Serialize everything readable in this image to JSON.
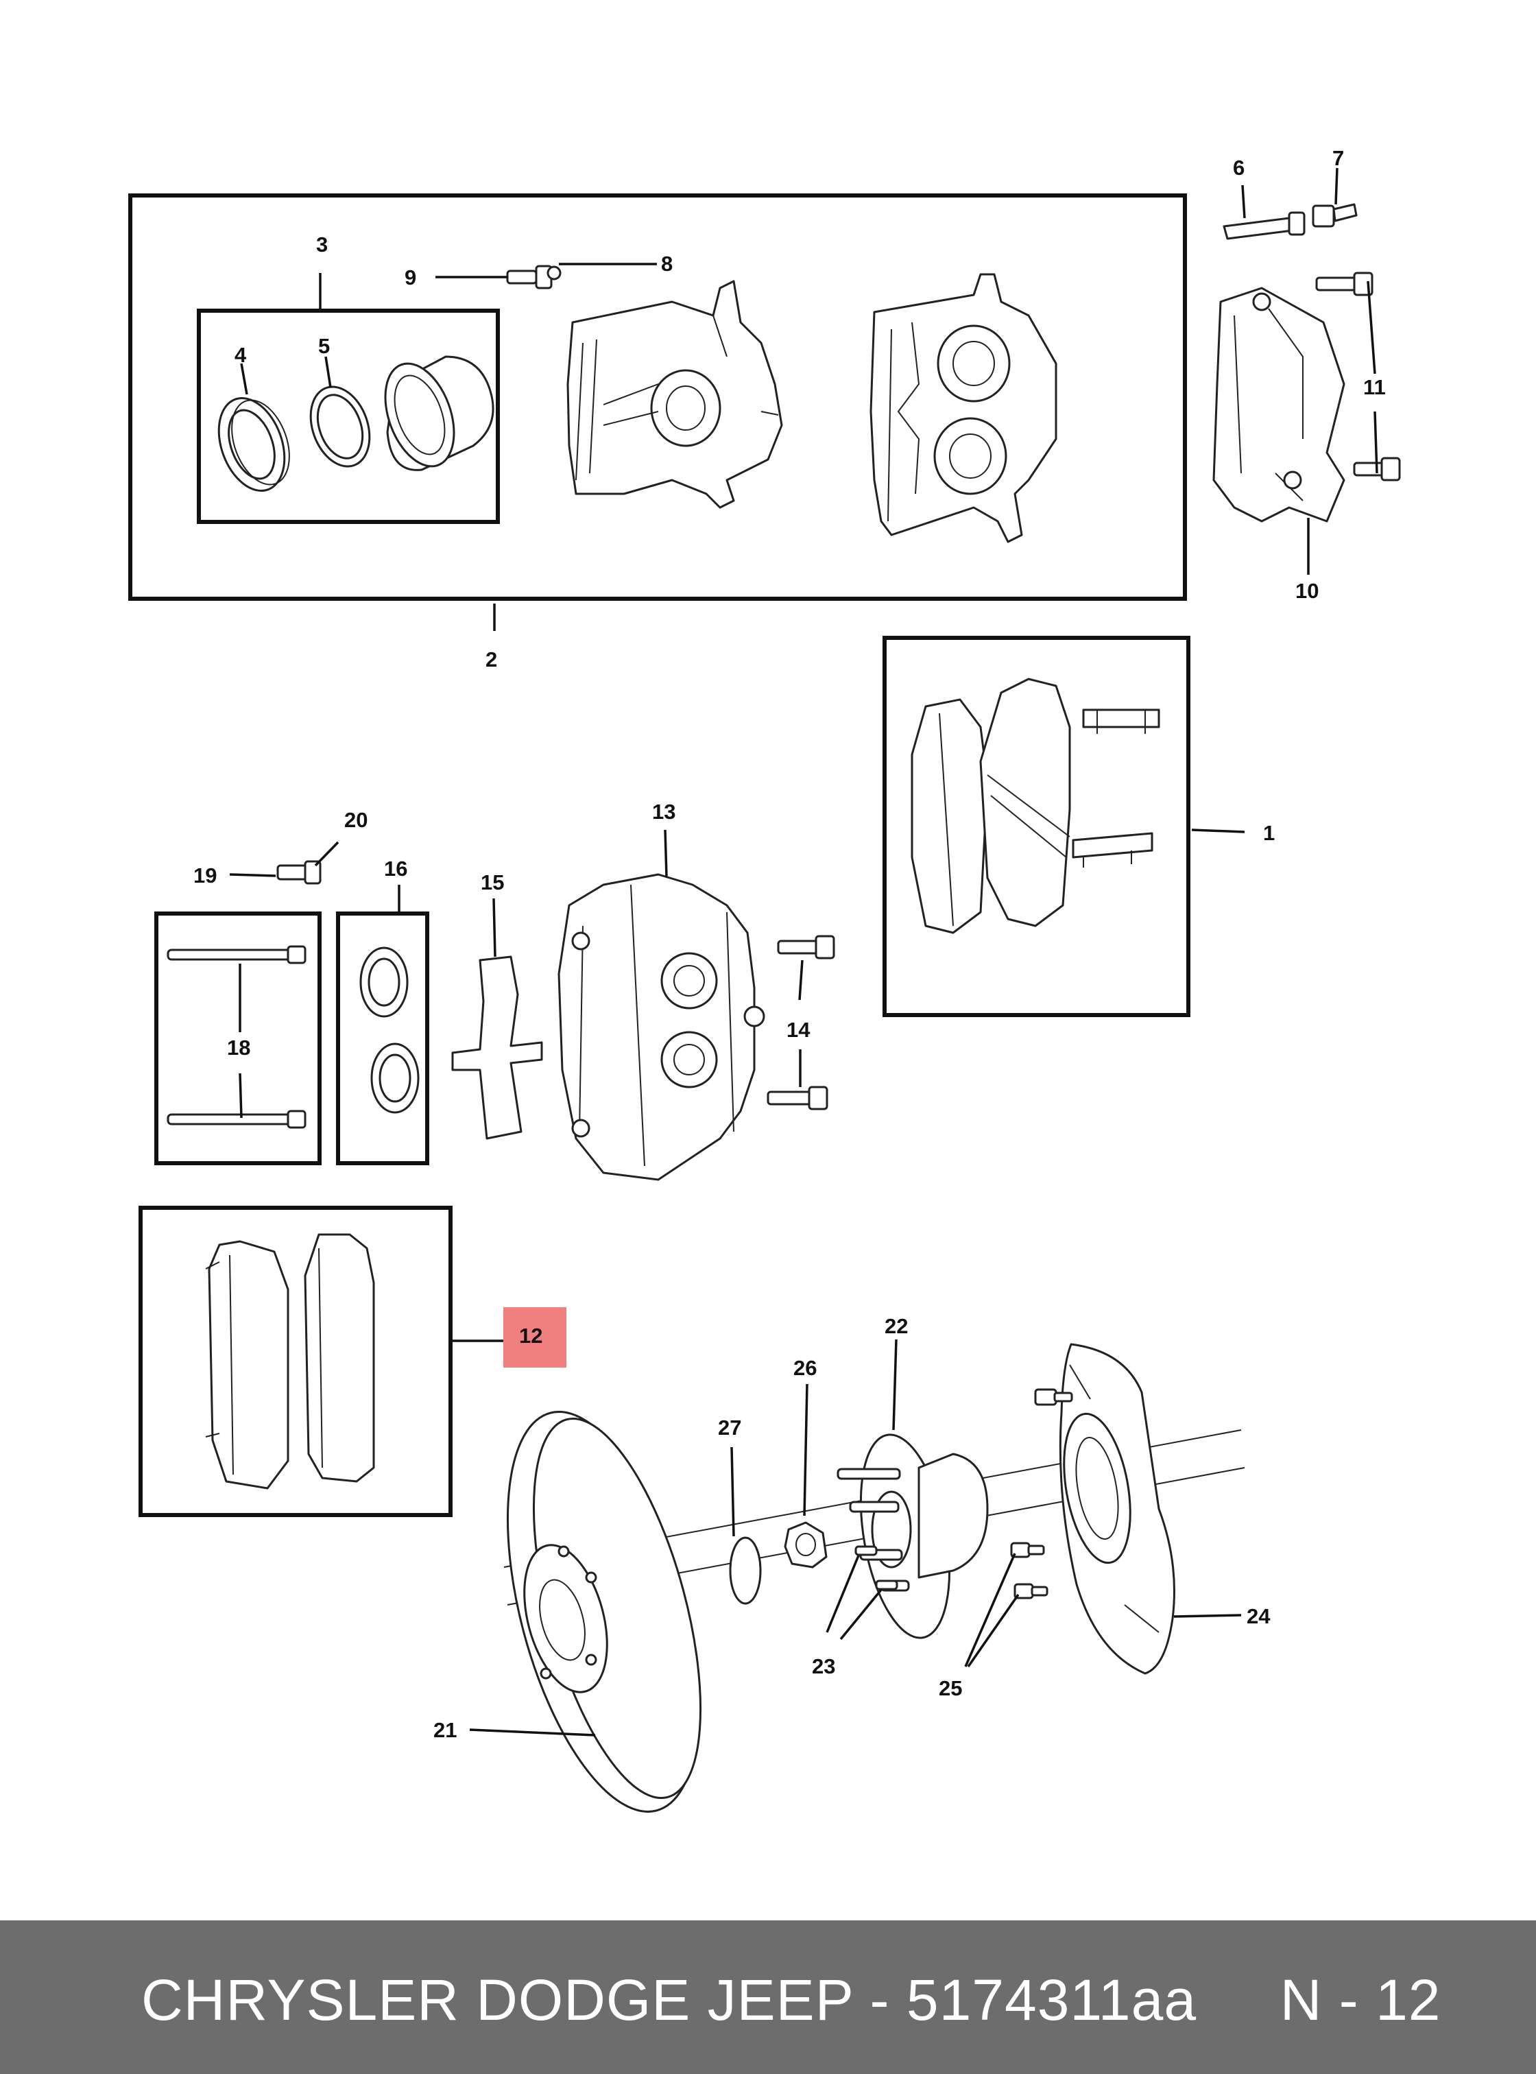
{
  "diagram": {
    "callouts": {
      "c1": "1",
      "c2": "2",
      "c3": "3",
      "c4": "4",
      "c5": "5",
      "c6": "6",
      "c7": "7",
      "c8": "8",
      "c9": "9",
      "c10": "10",
      "c11": "11",
      "c12": "12",
      "c13": "13",
      "c14": "14",
      "c15": "15",
      "c16": "16",
      "c18": "18",
      "c19": "19",
      "c20": "20",
      "c21": "21",
      "c22": "22",
      "c23": "23",
      "c24": "24",
      "c25": "25",
      "c26": "26",
      "c27": "27"
    },
    "highlight": {
      "callout": "12",
      "color": "#f08080"
    }
  },
  "footer": {
    "text": "CHRYSLER DODGE JEEP - 5174311aa     N - 12",
    "background": "#6d6d6d",
    "color": "#ffffff"
  }
}
